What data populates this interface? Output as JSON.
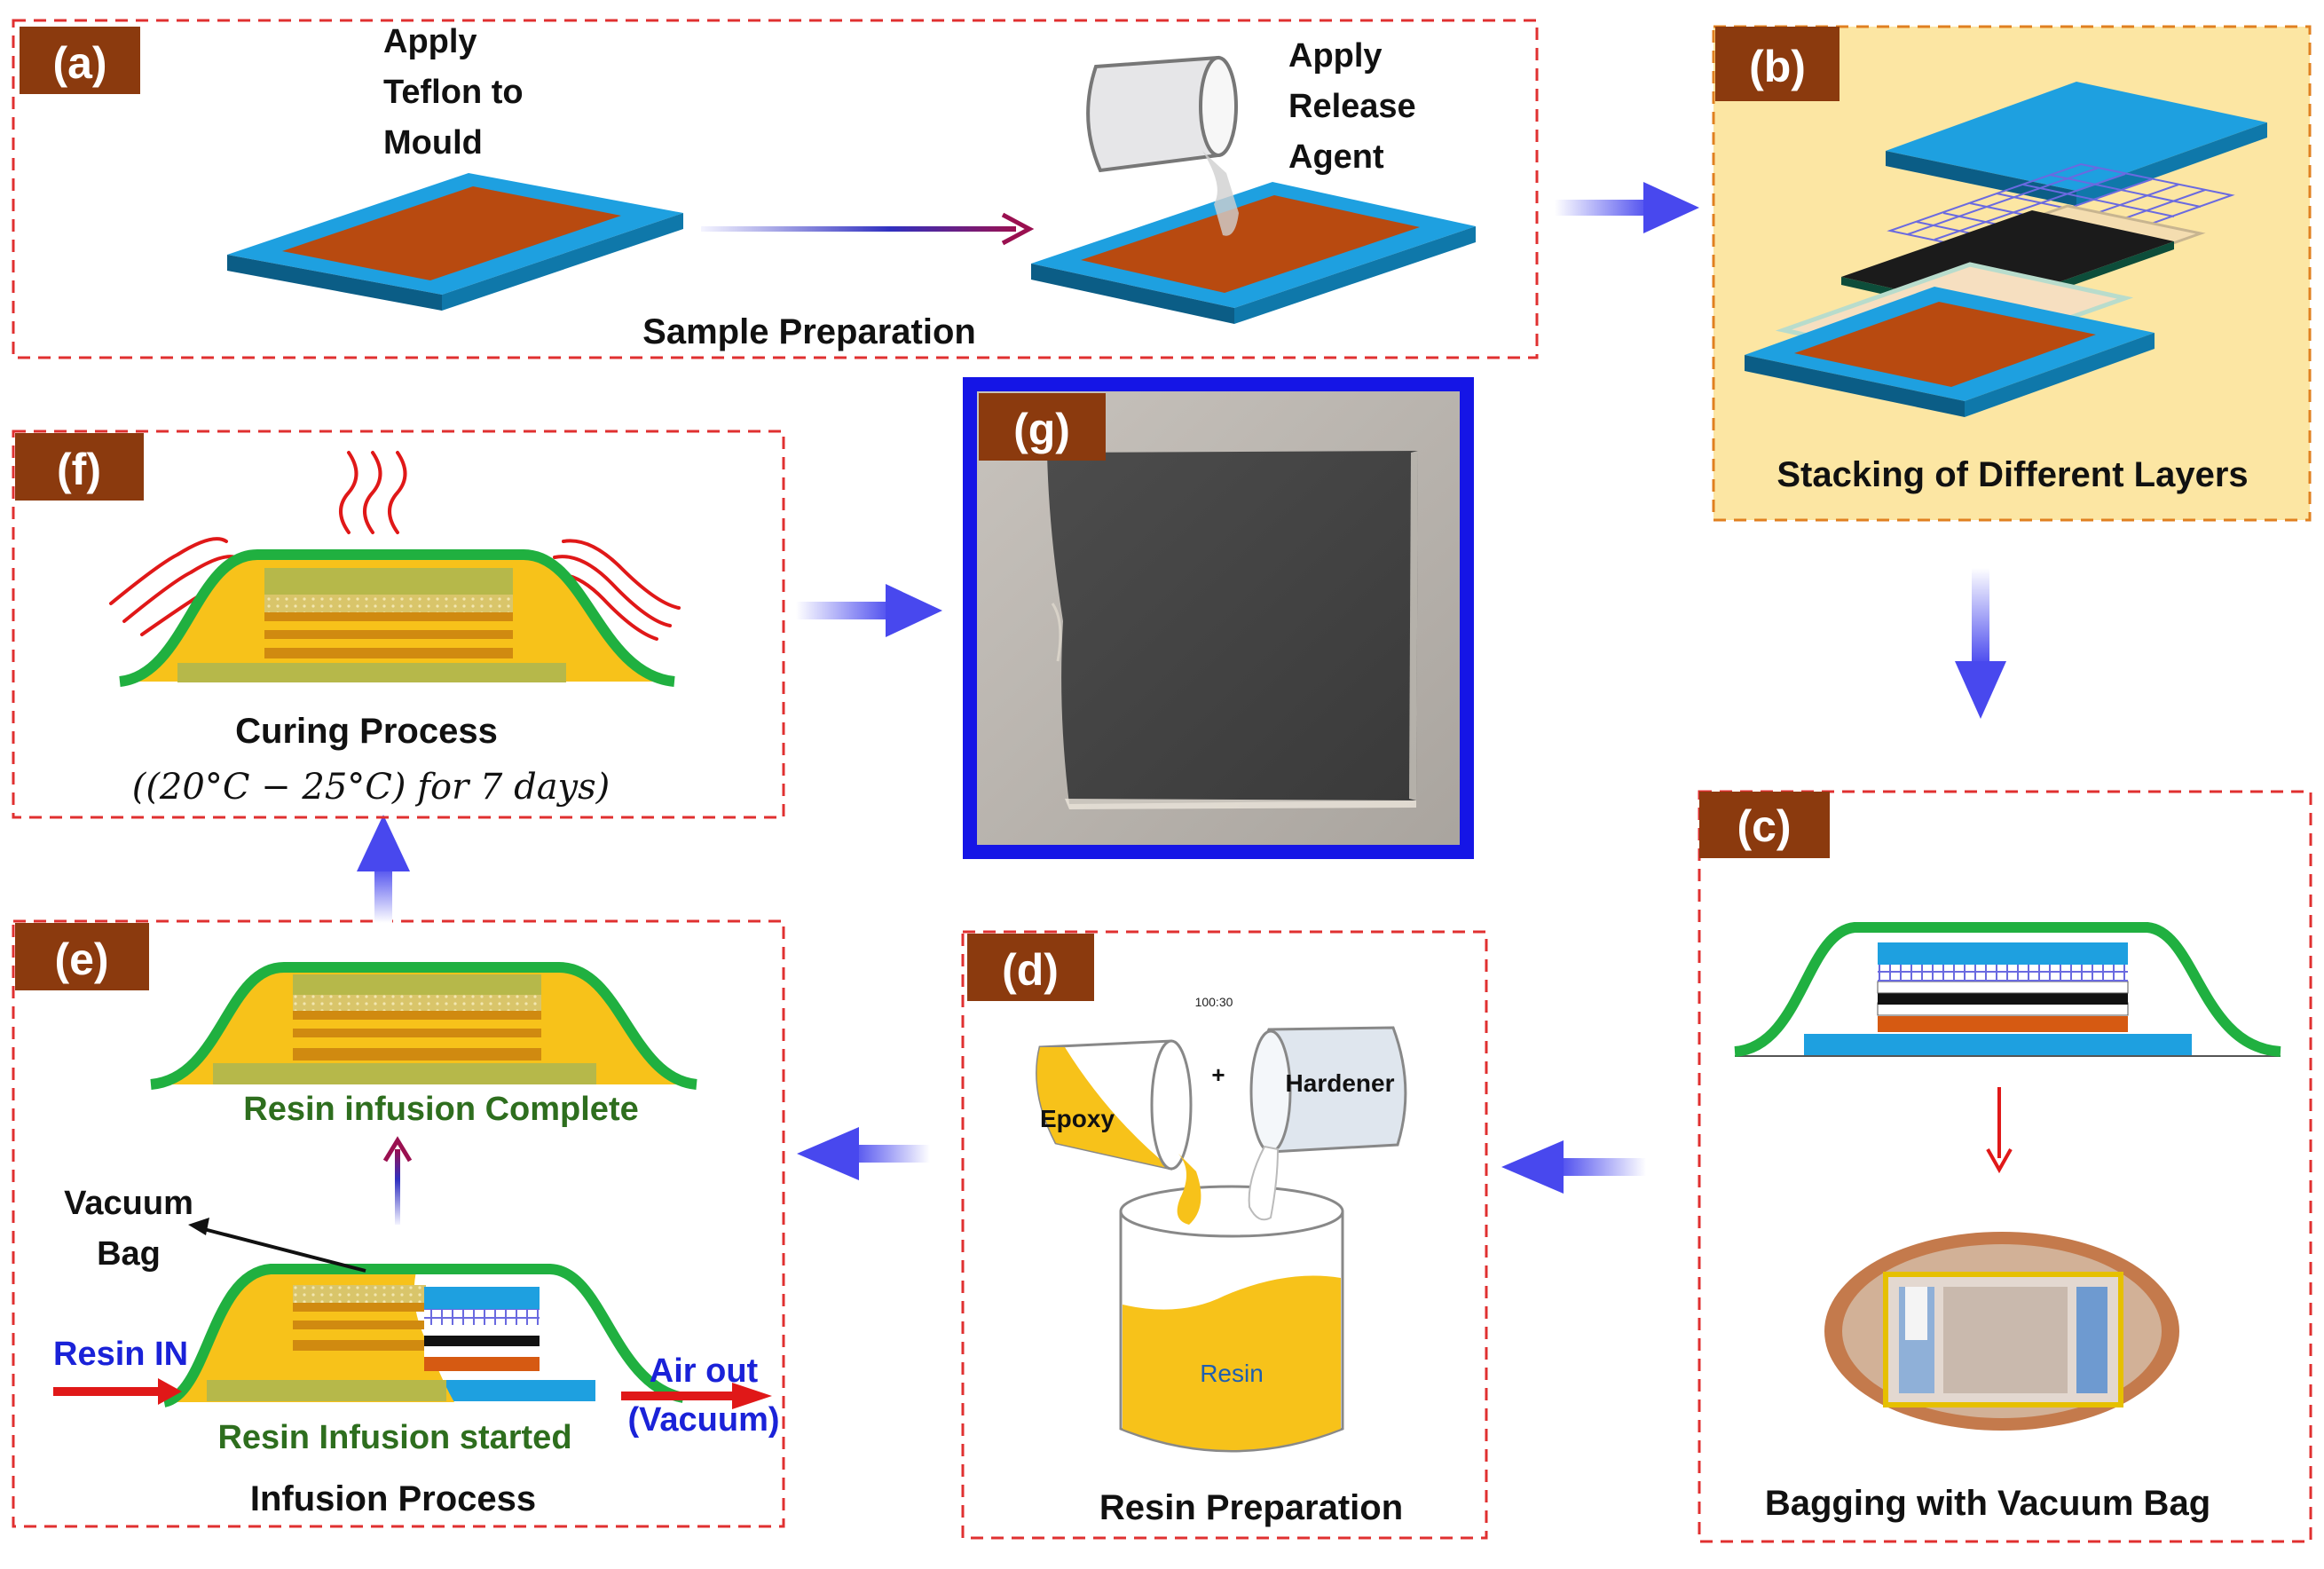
{
  "panels": {
    "a": {
      "tag": "(a)",
      "step1": [
        "Apply",
        "Teflon to",
        "Mould"
      ],
      "step2": [
        "Apply",
        "Release",
        "Agent"
      ],
      "caption": "Sample Preparation"
    },
    "b": {
      "tag": "(b)",
      "caption": "Stacking of Different Layers"
    },
    "c": {
      "tag": "(c)",
      "caption": "Bagging with Vacuum Bag"
    },
    "d": {
      "tag": "(d)",
      "ratio": "100:30",
      "plus": "+",
      "epoxy": "Epoxy",
      "hardener": "Hardener",
      "resin": "Resin",
      "caption": "Resin Preparation"
    },
    "e": {
      "tag": "(e)",
      "complete": "Resin infusion Complete",
      "started": "Resin Infusion started",
      "vacuum_bag": [
        "Vacuum",
        "Bag"
      ],
      "resin_in": "Resin IN",
      "air_out": [
        "Air out",
        "(Vacuum)"
      ],
      "caption": "Infusion Process"
    },
    "f": {
      "tag": "(f)",
      "caption": "Curing Process",
      "condition": "((20°C − 25°C) for 7 days)"
    },
    "g": {
      "tag": "(g)"
    }
  },
  "colors": {
    "tag_bg": "#8b3a0e",
    "dash_red": "#e03030",
    "dash_orange": "#e08020",
    "b_bg": "#fce6a3",
    "mould_blue": "#1ea0e0",
    "teflon": "#b84a10",
    "bag_green": "#20b040",
    "resin_yellow": "#f7c21a",
    "flow_arrow": "#5a5af0",
    "g_frame": "#1515e6",
    "label_green": "#2e6e1e",
    "label_blue": "#1a22d8",
    "heat_red": "#e01818"
  }
}
